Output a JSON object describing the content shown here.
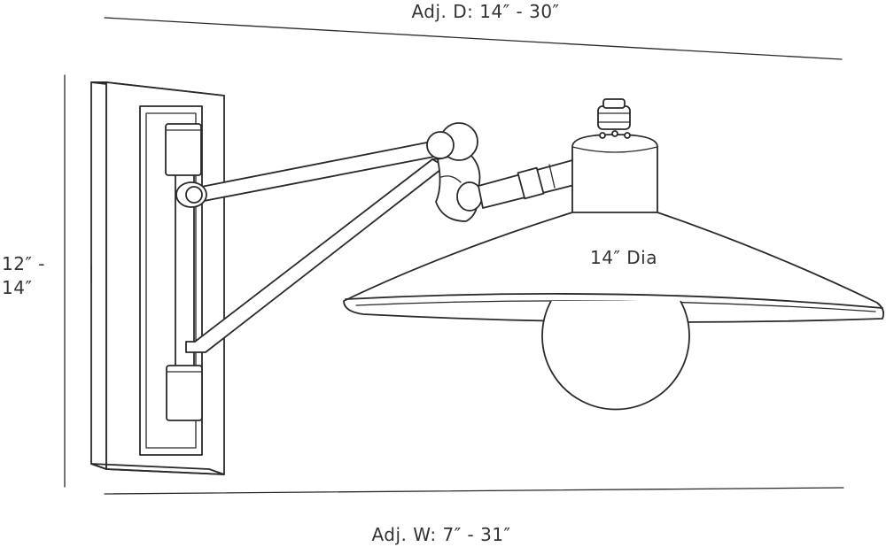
{
  "dimensions": {
    "depth_label": "Adj. D: 14″ - 30″",
    "width_label": "Adj. W: 7″ - 31″",
    "height_label_line1": "12″ -",
    "height_label_line2": "14″",
    "shade_label": "14″ Dia"
  }
}
